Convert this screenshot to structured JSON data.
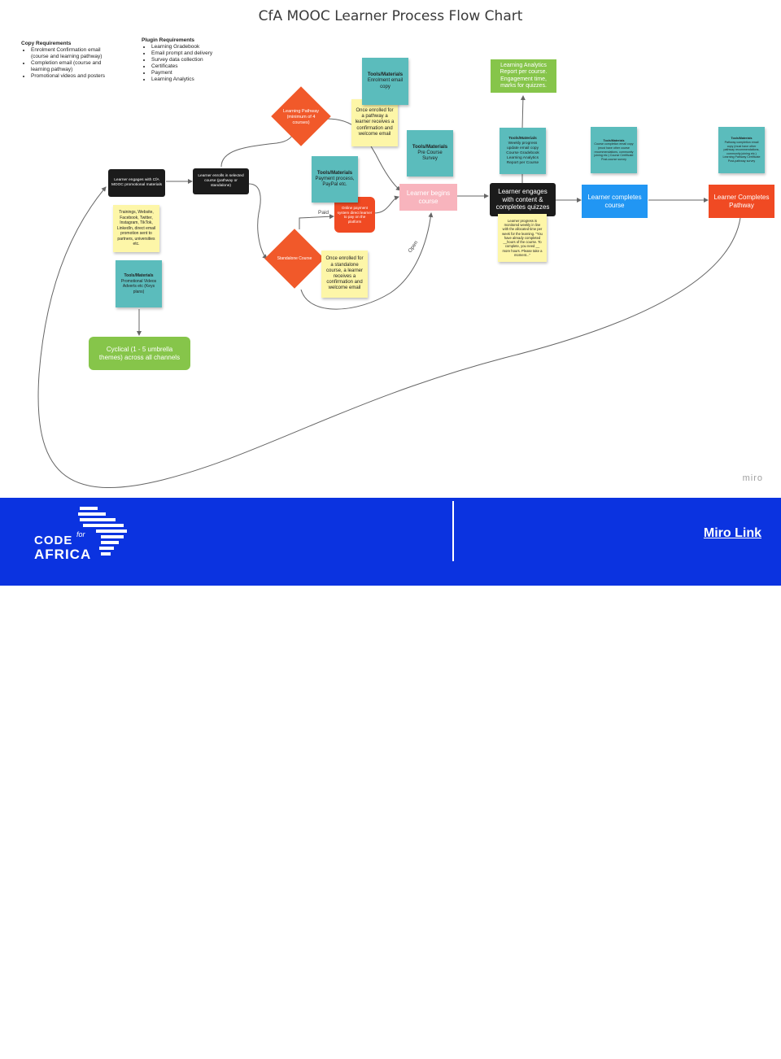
{
  "title": "CfA MOOC Learner Process Flow Chart",
  "copy_requirements": {
    "heading": "Copy Requirements",
    "items": [
      "Enrolment Confirmation email (course and learning pathway)",
      "Completion email (course and learning pathway)",
      "Promotional videos and posters"
    ]
  },
  "plugin_requirements": {
    "heading": "Plugin Requirements",
    "items": [
      "Learning Gradebook",
      "Email prompt and delivery",
      "Survey data collection",
      "Certificates",
      "Payment",
      "Learning Analytics"
    ]
  },
  "nodes": {
    "engages_promo": "Learner engages with CfA MOOC promotional materials",
    "enrolls": "Learner enrolls in selected course (pathway or standalone)",
    "learning_pathway": "Learning Pathway (minimum of 4 courses)",
    "standalone": "Standalone Course",
    "online_payment": "Online payment system direct learner to pay on the platform",
    "begins_course": "Learner begins course",
    "engages_content": "Learner engages with content & completes quizzes",
    "completes_course": "Learner completes course",
    "completes_pathway": "Learner Completes Pathway",
    "analytics_report": "Learning Analytics Report per course. Engagement time, marks for quizzes.",
    "cyclical": "Cyclical (1 - 5 umbrella themes) across all channels"
  },
  "notes": {
    "channels": "Trainings, Website, Facebook, Twitter, Instagram, TikTok, LinkedIn, direct email promotion sent to partners, universities etc.",
    "promo_tools_title": "Tools/Materials",
    "promo_tools_body": "Promotional Videos Adverts etc (Keys plans)",
    "enrol_email_title": "Tools/Materials",
    "enrol_email_body": "Enrolment email copy",
    "pathway_enrolled": "Once enrolled for a pathway a learner receives a confirmation and welcome email",
    "payment_title": "Tools/Materials",
    "payment_body": "Payment process, PayPal etc.",
    "survey_title": "Tools/Materials",
    "survey_body": "Pre Course Survey",
    "standalone_enrolled": "Once enrolled for a standalone course, a learner receives a confirmation and welcome email",
    "weekly_title": "Tools/Materials",
    "weekly_body": "Weekly progress update email copy Course Gradebook Learning Analytics Report per Course",
    "progress_note": "Learner progress is monitored weekly in line with the allocated time per week for the learning. \"You have already completed __hours of the course. To complete, you need __ more hours. Please take a moment...\"",
    "course_complete_title": "Tools/Materials",
    "course_complete_body": "Course completion email copy (must have other course recommendations, community joining etc.) Course Certificate Post-course survey",
    "pathway_complete_title": "Tools/Materials",
    "pathway_complete_body": "Pathway completion email copy (must have other pathway recommendations, community joining etc.) Learning Pathway Certificate Post-pathway survey"
  },
  "edge_labels": {
    "paid": "Paid",
    "open": "Open"
  },
  "watermark": "miro",
  "footer": {
    "logo_line1": "CODE",
    "logo_for": "for",
    "logo_line2": "AFRICA",
    "link": "Miro Link"
  },
  "colors": {
    "footer_bg": "#0b33e0",
    "orange": "#f1592a",
    "teal": "#5bbcbc",
    "yellow": "#fdf6a8",
    "blue": "#2196f3",
    "red": "#f04a23",
    "green": "#86c54a",
    "pink": "#f8b4bd",
    "dark": "#1b1b1b"
  }
}
